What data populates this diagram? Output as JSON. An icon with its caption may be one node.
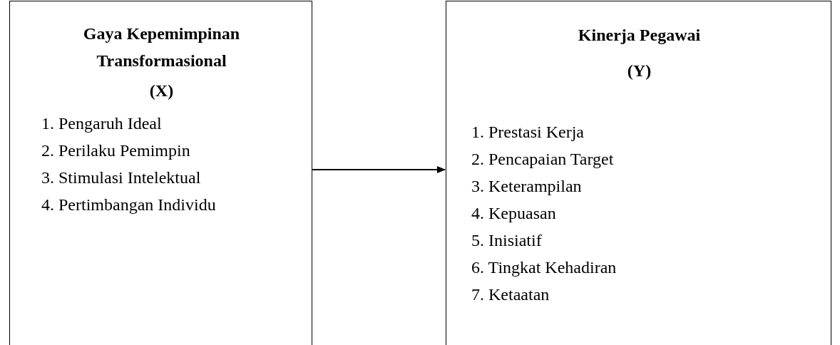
{
  "diagram": {
    "nodes": [
      {
        "text": [
          "Gaya Kepemimpinan Transformasional",
          "(X)",
          "1. Pengaruh Ideal",
          "2. Perilaku Pemimpin",
          "3. Stimulasi Intelektual",
          "4. Pertimbangan Individu"
        ]
      },
      {
        "text": [
          "Kinerja Pegawai",
          "(Y)",
          "1. Prestasi Kerja",
          "2. Pencapaian Target",
          "3. Keterampilan",
          "4. Kepuasan",
          "5. Inisiatif",
          "6. Tingkat Kehadiran",
          "7. Ketaatan"
        ]
      }
    ],
    "edges": [
      {
        "from": 0,
        "to": 1,
        "arrow": "to"
      }
    ]
  }
}
